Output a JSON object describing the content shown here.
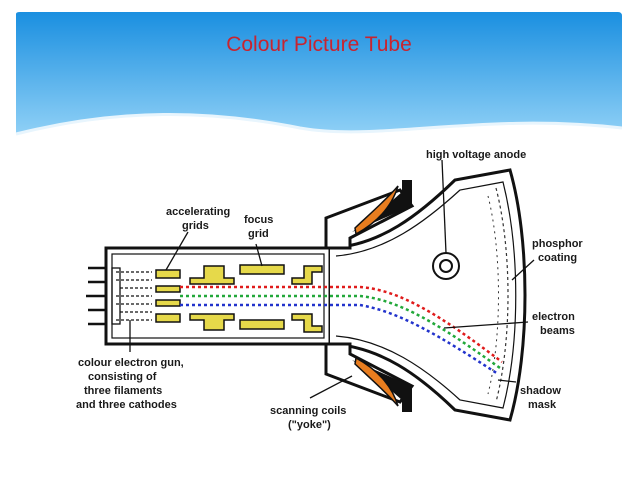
{
  "slide": {
    "title": "Colour Picture Tube"
  },
  "labels": {
    "high_voltage_anode": "high voltage anode",
    "accelerating": "accelerating",
    "grids": "grids",
    "focus": "focus",
    "grid": "grid",
    "phosphor": "phosphor",
    "coating": "coating",
    "electron": "electron",
    "beams": "beams",
    "gun_1": "colour electron gun,",
    "gun_2": "consisting of",
    "gun_3": "three filaments",
    "gun_4": "and three cathodes",
    "scanning_coils": "scanning coils",
    "yoke": "(\"yoke\")",
    "shadow": "shadow",
    "mask": "mask"
  },
  "colors": {
    "banner_top": "#1a8fe0",
    "banner_bottom": "#8fd0f6",
    "title": "#c8242f",
    "yoke_fill": "#e87d1f",
    "grid_fill": "#e6d94a",
    "beam_red": "#e01b1b",
    "beam_green": "#22a83a",
    "beam_blue": "#2233cc"
  }
}
